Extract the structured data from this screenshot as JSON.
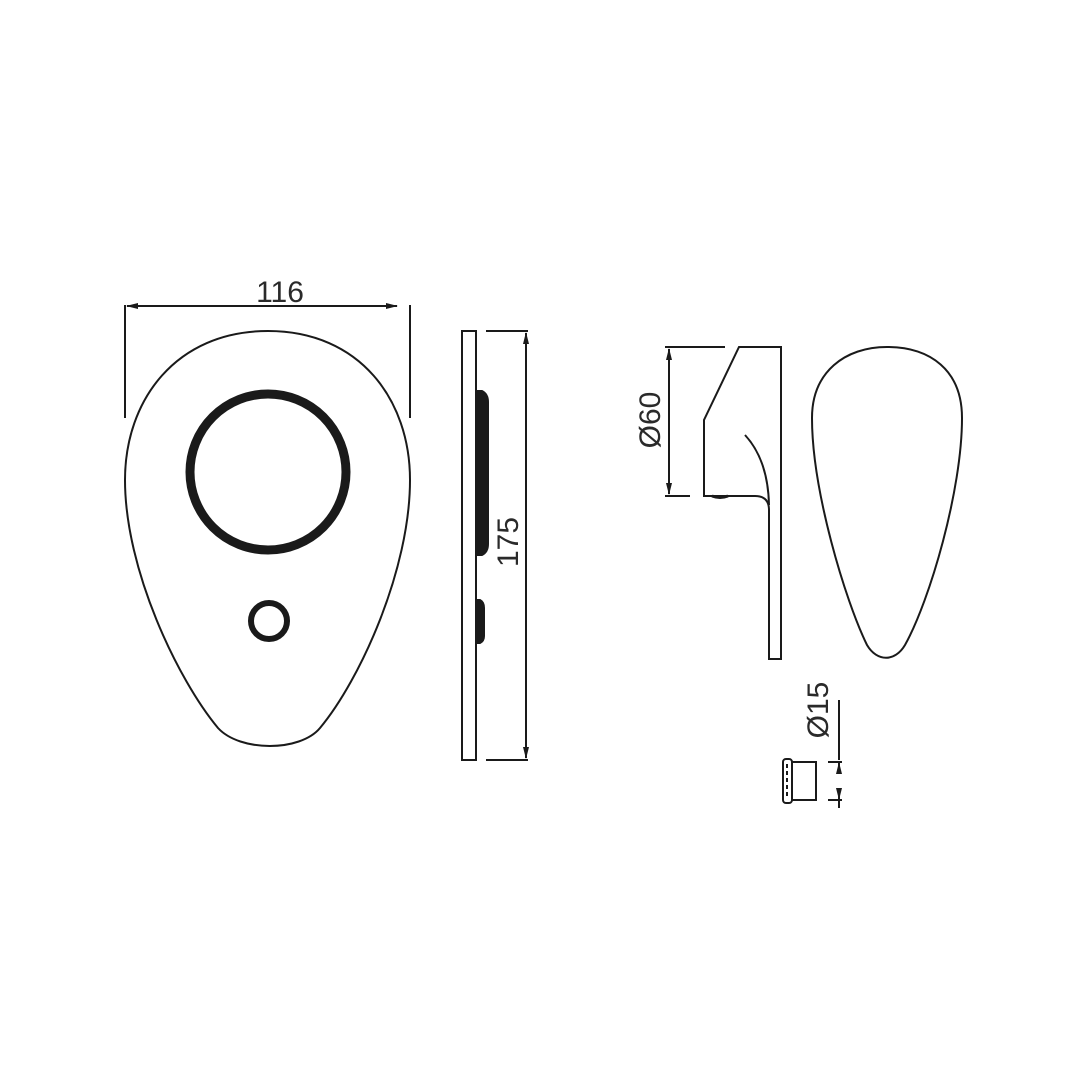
{
  "drawing": {
    "type": "technical dimension drawing",
    "line_color": "#1a1a1a",
    "background": "#ffffff"
  },
  "dimensions": {
    "width": "116",
    "height": "175",
    "lever_diameter": "Ø60",
    "small_diameter": "Ø15"
  },
  "views": [
    {
      "name": "front-view"
    },
    {
      "name": "side-view"
    },
    {
      "name": "lever-side-view"
    },
    {
      "name": "lever-top-view"
    },
    {
      "name": "small-part-view"
    }
  ]
}
